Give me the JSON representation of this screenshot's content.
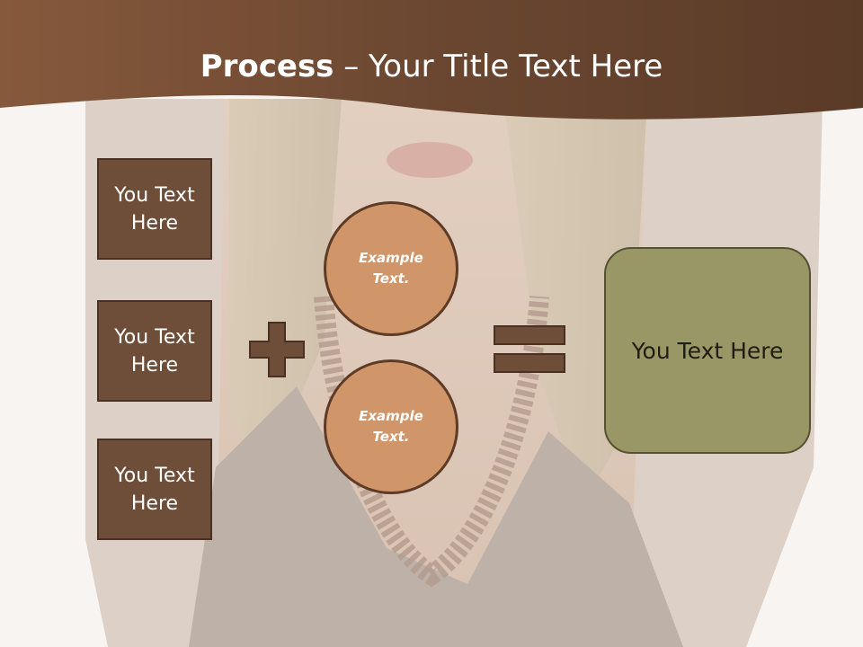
{
  "title": {
    "bold": "Process",
    "rest": " – Your Title Text Here"
  },
  "left_boxes": [
    {
      "label": "You Text\nHere"
    },
    {
      "label": "You Text\nHere"
    },
    {
      "label": "You Text\nHere"
    }
  ],
  "circles": [
    {
      "label": "Example\nText."
    },
    {
      "label": "Example\nText."
    }
  ],
  "result": {
    "label": "You Text Here"
  },
  "operators": {
    "plus": "plus-icon",
    "equals": "equals-icon"
  },
  "colors": {
    "header": "#6b4731",
    "box": "#6f4e39",
    "circle": "#d0966a",
    "result": "#9a9766",
    "background": "#f7f4f1"
  }
}
